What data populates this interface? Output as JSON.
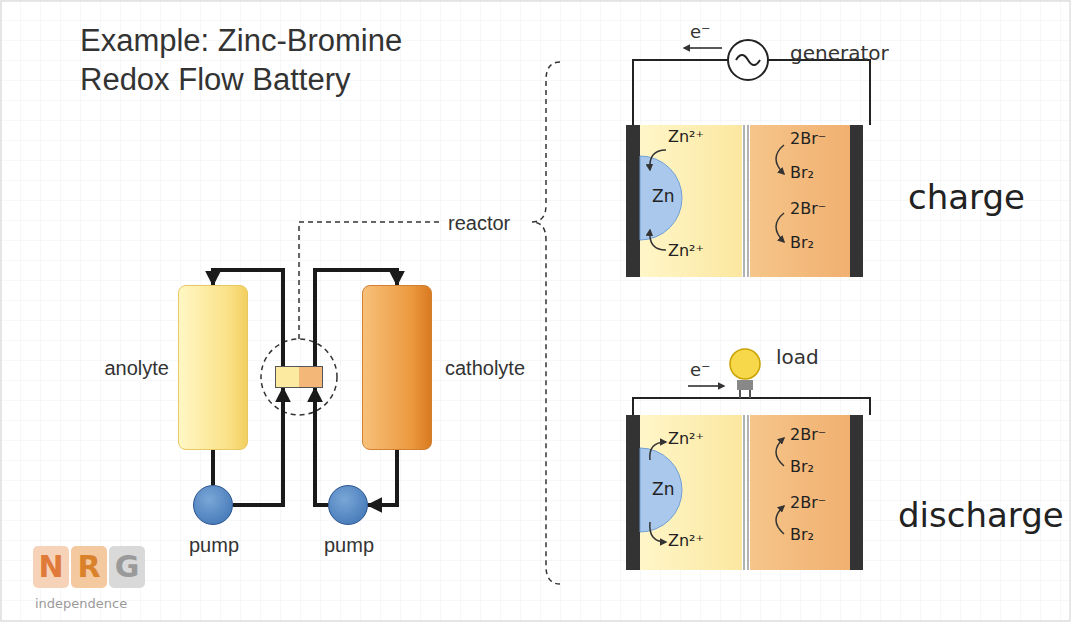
{
  "diagram": {
    "title": "Example: Zinc-Bromine Redox Flow Battery",
    "nodes": [
      {
        "text": [
          "anolyte"
        ]
      },
      {
        "text": [
          "catholyte"
        ]
      },
      {
        "text": [
          "pump"
        ]
      },
      {
        "text": [
          "pump"
        ]
      },
      {
        "text": [
          "reactor"
        ]
      }
    ],
    "edges": [
      {
        "from": 4,
        "to": 0,
        "arrow": "to"
      },
      {
        "from": 0,
        "to": 2,
        "arrow": "none"
      },
      {
        "from": 2,
        "to": 4,
        "arrow": "to"
      },
      {
        "from": 4,
        "to": 1,
        "arrow": "to"
      },
      {
        "from": 1,
        "to": 3,
        "arrow": "to"
      },
      {
        "from": 3,
        "to": 4,
        "arrow": "to"
      }
    ],
    "labels": [
      "e⁻",
      "generator",
      "Zn²⁺",
      "Zn",
      "Zn²⁺",
      "2Br⁻",
      "Br₂",
      "2Br⁻",
      "Br₂",
      "charge",
      "e⁻",
      "load",
      "Zn²⁺",
      "Zn",
      "Zn²⁺",
      "2Br⁻",
      "Br₂",
      "2Br⁻",
      "Br₂",
      "discharge",
      "N",
      "R",
      "G",
      "independence"
    ]
  }
}
